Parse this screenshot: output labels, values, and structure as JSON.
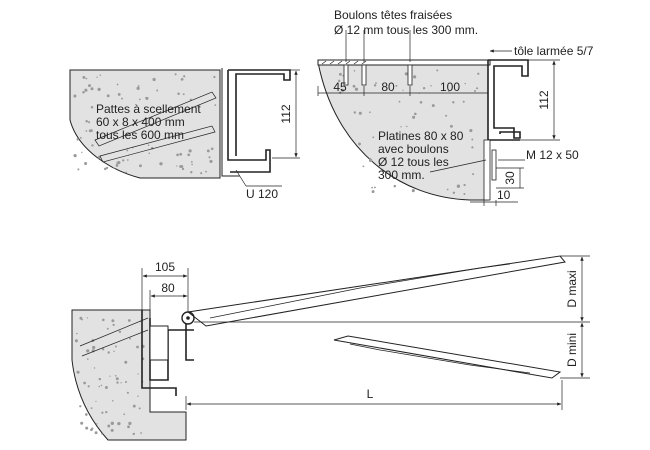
{
  "annotations": {
    "bolts_title_line1": "Boulons têtes fraisées",
    "bolts_title_line2": "Ø 12 mm tous les 300 mm.",
    "sheet_label": "tôle larmée 5/7",
    "anchor_line1": "Pattes à scellement",
    "anchor_line2": "60 x 8 x 400 mm",
    "anchor_line3": "tous les 600 mm",
    "channel_label": "U 120",
    "plates_line1": "Platines 80 x 80",
    "plates_line2": "avec boulons",
    "plates_line3": "Ø 12 tous les",
    "plates_line4": "300 mm.",
    "bolt_label": "M 12 x 50"
  },
  "dimensions": {
    "left_height": "112",
    "right_height": "112",
    "d45": "45",
    "d80_top": "80",
    "d100": "100",
    "d30": "30",
    "d10": "10",
    "d105": "105",
    "d80_bottom": "80",
    "length": "L",
    "d_maxi": "D maxi",
    "d_mini": "D mini"
  }
}
